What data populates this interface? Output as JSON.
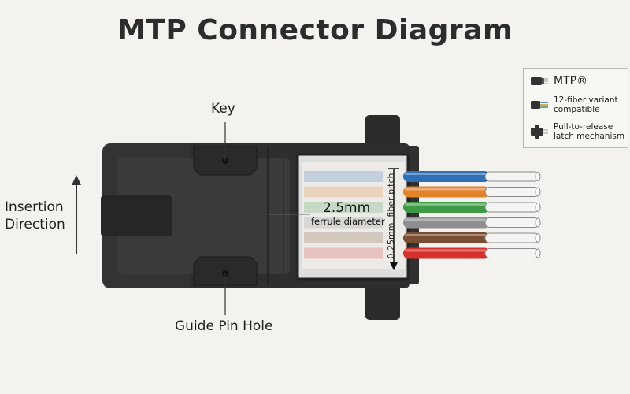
{
  "title": "MTP Connector Diagram",
  "labels": {
    "key": "Key",
    "guide_pin_hole": "Guide Pin Hole",
    "insertion_line1": "Insertion",
    "insertion_line2": "Direction",
    "ferrule_value": "2.5mm",
    "ferrule_caption": "ferrule diameter",
    "pitch_value": "0.25mm",
    "pitch_caption": "fiber pitch"
  },
  "legend": [
    {
      "icon": "mtp-connector-icon",
      "text": "MTP®"
    },
    {
      "icon": "multi-fiber-connector-icon",
      "text_line1": "12-fiber variant",
      "text_line2": "compatible"
    },
    {
      "icon": "latch-connector-icon",
      "text_line1": "Pull-to-release",
      "text_line2": "latch mechanism"
    }
  ],
  "fibers": [
    {
      "color": "#2f6fb6"
    },
    {
      "color": "#e4822a"
    },
    {
      "color": "#3f9a45"
    },
    {
      "color": "#8f8f92"
    },
    {
      "color": "#7a4e31"
    },
    {
      "color": "#d8302a"
    }
  ],
  "colors": {
    "body": "#2f2f2f",
    "body_dark": "#242424",
    "ferrule": "#e9e9e6",
    "cladding": "#f4f4f2"
  }
}
